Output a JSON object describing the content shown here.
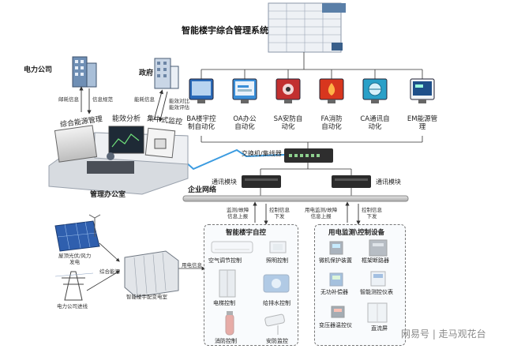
{
  "title": "智能楼宇综合管理系统",
  "top_nodes": {
    "power_company": "电力公司",
    "government": "政府",
    "power_links": [
      "邮耗信息",
      "信息规范"
    ],
    "gov_links": [
      "能耗信息",
      "能效对比\n能效评估"
    ]
  },
  "office": {
    "panels": [
      "综合能源管理",
      "能效分析",
      "集中式监控"
    ],
    "label": "管理办公室"
  },
  "subsystems": [
    {
      "label": "BA楼宇控\n制自动化",
      "color": "#2a6ab8"
    },
    {
      "label": "OA办公\n自动化",
      "color": "#3b8fd8"
    },
    {
      "label": "SA安防自\n动化",
      "color": "#c23030"
    },
    {
      "label": "FA消防\n自动化",
      "color": "#d8361e"
    },
    {
      "label": "CA通讯自\n动化",
      "color": "#2aa0c8"
    },
    {
      "label": "EM能源管\n理",
      "color": "#1e4f8a"
    }
  ],
  "network": {
    "switch": "交换机/集线器",
    "comm_left": "通讯模块",
    "comm_right": "通讯模块",
    "bus": "企业网络",
    "arrows_left": [
      "监测/故障\n信息上报",
      "控制信息\n下发"
    ],
    "arrows_right": [
      "用电监测/故障\n信息上报",
      "控制信息\n下发"
    ]
  },
  "energy": {
    "solar": "屋顶光伏/风力\n发电",
    "grid": "电力公司进线",
    "hub": "综合能源",
    "substation": "智能楼宇配变电室",
    "supply": "用电信息"
  },
  "building_control": {
    "title": "智能楼宇自控",
    "items": [
      "空气调节控制",
      "照明控制",
      "电梯控制",
      "给排水控制",
      "消防控制",
      "安防监控"
    ]
  },
  "power_devices": {
    "title": "用电监测\\控制设备",
    "items": [
      "微机保护装置",
      "框架断路器",
      "无功补偿器",
      "智能测控仪表",
      "变压器温控仪",
      "直流屏"
    ]
  },
  "watermark": "网易号 | 走马观花台",
  "colors": {
    "bus": "#c9c9c9",
    "zigzag": "#3b9be0",
    "accent": "#2a6ab8"
  }
}
